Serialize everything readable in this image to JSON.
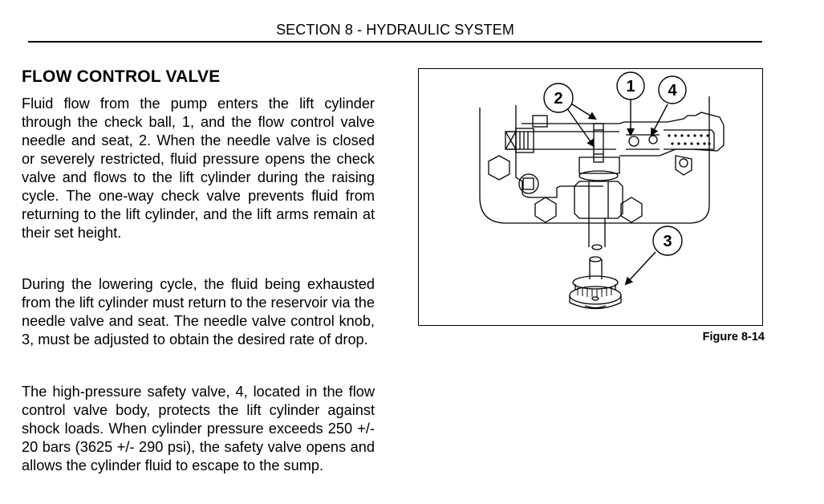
{
  "header": {
    "section_title": "SECTION 8 - HYDRAULIC SYSTEM"
  },
  "main": {
    "title": "FLOW CONTROL VALVE",
    "paragraphs": [
      "Fluid flow from the pump enters the lift cylinder through the check ball, 1, and the flow control valve needle and seat, 2. When the needle valve is closed or severely restricted, fluid pressure opens the check valve and flows to the lift cylinder during the raising cycle. The one-way check valve prevents fluid from returning to the lift cylinder, and the lift arms remain at their set height.",
      "During the lowering cycle, the fluid being exhausted from the lift cylinder must return to the reservoir via the needle valve and seat. The needle valve control knob, 3, must be adjusted to obtain the desired rate of drop.",
      "The high-pressure safety valve, 4, located in the flow control valve body, protects the lift cylinder against shock loads. When cylinder pressure exceeds 250 +/- 20 bars (3625 +/- 290 psi), the safety valve opens and allows the cylinder fluid to escape to the sump."
    ]
  },
  "figure": {
    "caption": "Figure 8-14",
    "callouts": [
      {
        "number": "1",
        "label": "check ball"
      },
      {
        "number": "2",
        "label": "flow control valve needle and seat"
      },
      {
        "number": "3",
        "label": "needle valve control knob"
      },
      {
        "number": "4",
        "label": "high-pressure safety valve"
      }
    ]
  }
}
